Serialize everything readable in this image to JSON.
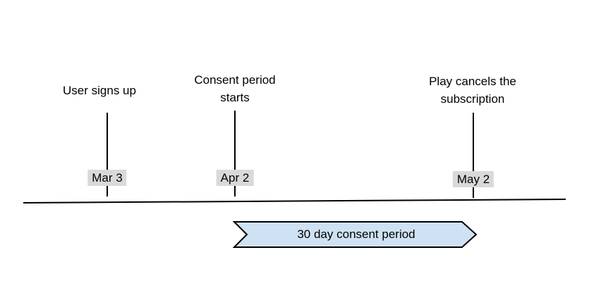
{
  "diagram": {
    "type": "timeline",
    "events": [
      {
        "label": "User signs up",
        "date": "Mar 3"
      },
      {
        "label": "Consent period starts",
        "date": "Apr 2"
      },
      {
        "label": "Play cancels the subscription",
        "date": "May 2"
      }
    ],
    "band": {
      "label": "30 day consent period"
    }
  },
  "colors": {
    "band_fill": "#cfe2f3",
    "band_stroke": "#000000",
    "date_chip_bg": "#d9d9d9",
    "line_color": "#000000",
    "text_color": "#000000"
  }
}
